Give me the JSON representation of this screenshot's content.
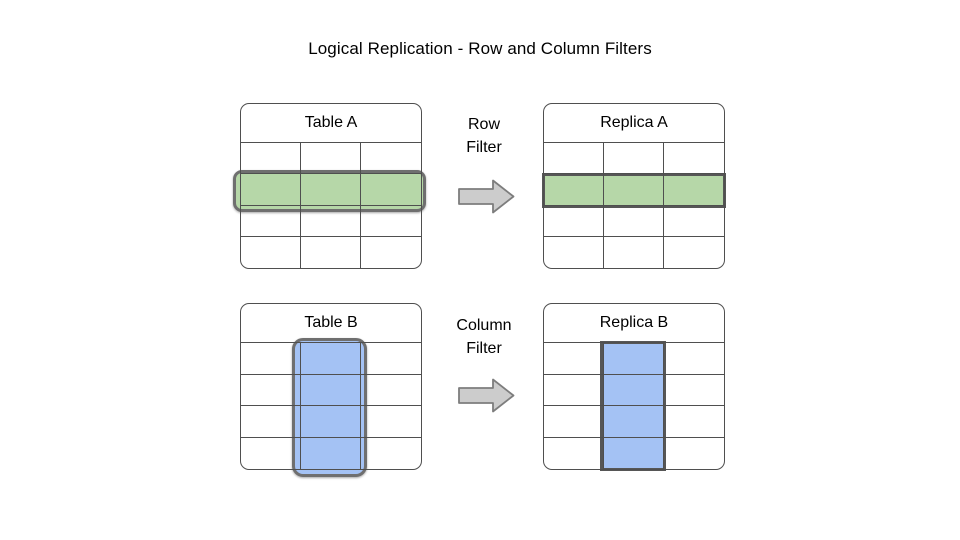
{
  "title": "Logical Replication - Row and Column Filters",
  "row_filter": {
    "line1": "Row",
    "line2": "Filter"
  },
  "column_filter": {
    "line1": "Column",
    "line2": "Filter"
  },
  "tables": [
    {
      "title": "Table A",
      "rows": 4,
      "cols": 3,
      "highlight": "second row (rounded overlay)",
      "highlight_color": "#b6d7a8"
    },
    {
      "title": "Replica A",
      "rows": 4,
      "cols": 3,
      "highlight": "second row (exact rectangle)",
      "highlight_color": "#b6d7a8"
    },
    {
      "title": "Table B",
      "rows": 4,
      "cols": 3,
      "highlight": "middle column (rounded overlay)",
      "highlight_color": "#a4c2f4"
    },
    {
      "title": "Replica B",
      "rows": 4,
      "cols": 3,
      "highlight": "middle column (exact rectangle)",
      "highlight_color": "#a4c2f4"
    }
  ],
  "colors": {
    "background": "#ffffff",
    "grid_line": "#4f4f4f",
    "green_fill": "#b6d7a8",
    "blue_fill": "#a4c2f4",
    "highlight_border": "#565656",
    "arrow_fill": "#cccccc",
    "arrow_stroke": "#7d7d7d",
    "text": "#000000"
  }
}
